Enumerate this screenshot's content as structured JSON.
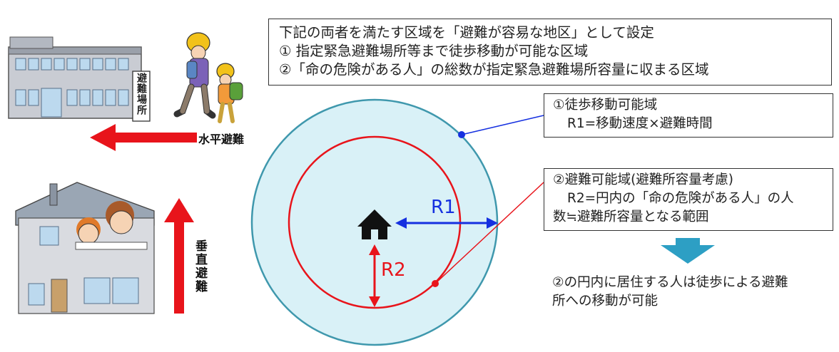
{
  "top_box": {
    "line1": "下記の両者を満たす区域を「避難が容易な地区」として設定",
    "line2": "①  指定緊急避難場所等まで徒歩移動が可能な区域",
    "line3": "②「命の危険がある人」の総数が指定緊急避難場所容量に収まる区域"
  },
  "box1": {
    "title": "①徒歩移動可能域",
    "formula": "R1=移動速度×避難時間"
  },
  "box2": {
    "title": "②避難可能域(避難所容量考慮)",
    "line2": "R2=円内の「命の危険がある人」の人",
    "line3": "数≒避難所容量となる範囲"
  },
  "conclusion": {
    "line1": "②の円内に居住する人は徒歩による避難",
    "line2": "所への移動が可能"
  },
  "labels": {
    "r1": "R1",
    "r2": "R2",
    "shelter_sign": "避難場所",
    "horizontal": "水平避難",
    "vertical": "垂直避難"
  },
  "colors": {
    "red": "#e8141b",
    "blue": "#1530e0",
    "circle_fill": "#d9f1f7",
    "circle_stroke": "#3f98ad",
    "arrow_down": "#2d9fc4"
  }
}
